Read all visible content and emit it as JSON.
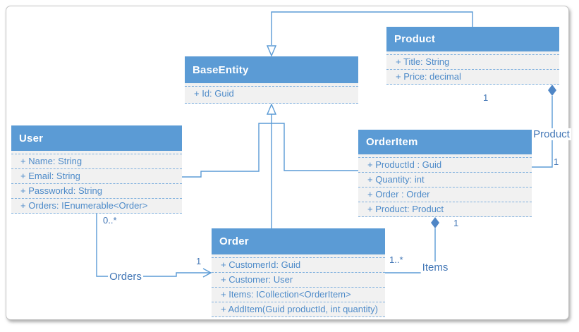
{
  "diagram": {
    "type": "uml-class-diagram",
    "classes": [
      {
        "name": "BaseEntity",
        "members": [
          "+ Id: Guid"
        ]
      },
      {
        "name": "Product",
        "members": [
          "+ Title: String",
          "+ Price: decimal"
        ]
      },
      {
        "name": "User",
        "members": [
          "+ Name: String",
          "+ Email: String",
          "+ Passworkd: String",
          "+ Orders: IEnumerable<Order>"
        ]
      },
      {
        "name": "OrderItem",
        "members": [
          "+ ProductId : Guid",
          "+ Quantity: int",
          "+ Order : Order",
          "+ Product: Product"
        ]
      },
      {
        "name": "Order",
        "members": [
          "+ CustomerId: Guid",
          "+ Customer: User",
          "+ Items: ICollection<OrderItem>",
          "+ AddItem(Guid productId, int quantity)"
        ]
      }
    ],
    "relationships": [
      {
        "type": "inheritance",
        "from": "Product",
        "to": "BaseEntity"
      },
      {
        "type": "inheritance",
        "from": "User",
        "to": "BaseEntity"
      },
      {
        "type": "inheritance",
        "from": "OrderItem",
        "to": "BaseEntity"
      },
      {
        "type": "inheritance",
        "from": "Order",
        "to": "BaseEntity"
      },
      {
        "type": "association",
        "name": "Orders",
        "from": "User",
        "to": "Order",
        "from_mult": "0..*",
        "to_mult": "1"
      },
      {
        "type": "composition",
        "name": "Items",
        "from": "Order",
        "to": "OrderItem",
        "from_mult": "1..*",
        "to_mult": "1"
      },
      {
        "type": "composition",
        "name": "Product",
        "from": "OrderItem",
        "to": "Product",
        "from_mult": "1",
        "to_mult": "1"
      }
    ],
    "labels": {
      "orders_source_mult": "0..*",
      "orders_name": "Orders",
      "orders_target_mult": "1",
      "items_source_mult": "1..*",
      "items_name": "Items",
      "items_target_mult": "1",
      "product_end_mult": "1",
      "product_name": "Product",
      "product_corner_mult": "1"
    },
    "colors": {
      "header_bg": "#5B9BD5",
      "body_bg": "#F1F1F1",
      "line": "#5B9BD5",
      "diamond_fill": "#4F86C6",
      "member_text": "#4E8BC9",
      "label_text": "#4377B6",
      "header_text": "#FFFFFF"
    }
  }
}
